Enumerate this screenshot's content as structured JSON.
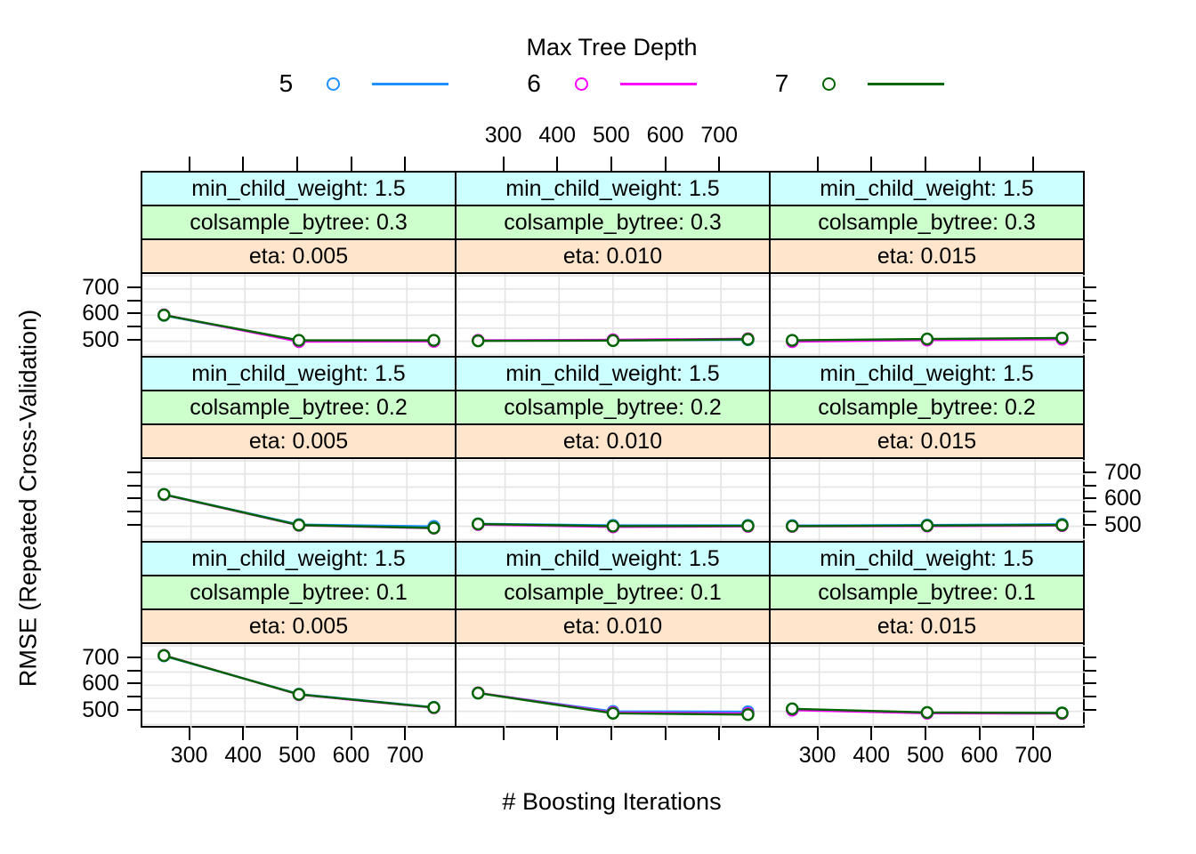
{
  "legend": {
    "title": "Max Tree Depth",
    "entries": [
      {
        "label": "5",
        "color": "#1E90FF"
      },
      {
        "label": "6",
        "color": "#FF00FF"
      },
      {
        "label": "7",
        "color": "#006400"
      }
    ]
  },
  "chart_data": {
    "type": "line",
    "title": "Max Tree Depth",
    "xlabel": "# Boosting Iterations",
    "ylabel": "RMSE (Repeated Cross-Validation)",
    "x": [
      250,
      500,
      750
    ],
    "xlim": [
      210,
      792
    ],
    "ylim": [
      438,
      757
    ],
    "x_ticks": [
      300,
      400,
      500,
      600,
      700
    ],
    "y_ticks": [
      500,
      550,
      600,
      650,
      700
    ],
    "y_tick_labels": [
      500,
      600,
      700
    ],
    "grid_x": [
      300,
      400,
      500,
      600,
      700
    ],
    "grid_y": [
      450,
      500,
      550,
      600,
      650,
      700,
      750
    ],
    "grid_color": "#E4E4E4",
    "groups": [
      "5",
      "6",
      "7"
    ],
    "colors": {
      "5": "#1E90FF",
      "6": "#FF00FF",
      "7": "#006400"
    },
    "strip_colors": [
      "#CCFFFF",
      "#CCFFCC",
      "#FFE5CC"
    ],
    "legend_position": "top",
    "panels": [
      {
        "row": 0,
        "col": 0,
        "strips": [
          "min_child_weight: 1.5",
          "colsample_bytree: 0.3",
          "eta: 0.005"
        ],
        "series": [
          {
            "name": "5",
            "values": [
              599,
              501,
              501
            ]
          },
          {
            "name": "6",
            "values": [
              601,
              499,
              500
            ]
          },
          {
            "name": "7",
            "values": [
              600,
              504,
              504
            ]
          }
        ]
      },
      {
        "row": 0,
        "col": 1,
        "strips": [
          "min_child_weight: 1.5",
          "colsample_bytree: 0.3",
          "eta: 0.010"
        ],
        "series": [
          {
            "name": "5",
            "values": [
              503,
              504,
              506
            ]
          },
          {
            "name": "6",
            "values": [
              504,
              506,
              510
            ]
          },
          {
            "name": "7",
            "values": [
              502,
              503,
              508
            ]
          }
        ]
      },
      {
        "row": 0,
        "col": 2,
        "strips": [
          "min_child_weight: 1.5",
          "colsample_bytree: 0.3",
          "eta: 0.015"
        ],
        "series": [
          {
            "name": "5",
            "values": [
              503,
              506,
              510
            ]
          },
          {
            "name": "6",
            "values": [
              499,
              505,
              508
            ]
          },
          {
            "name": "7",
            "values": [
              504,
              509,
              513
            ]
          }
        ]
      },
      {
        "row": 1,
        "col": 0,
        "strips": [
          "min_child_weight: 1.5",
          "colsample_bytree: 0.2",
          "eta: 0.005"
        ],
        "series": [
          {
            "name": "5",
            "values": [
              622,
              507,
              500
            ]
          },
          {
            "name": "6",
            "values": [
              621,
              504,
              493
            ]
          },
          {
            "name": "7",
            "values": [
              622,
              505,
              494
            ]
          }
        ]
      },
      {
        "row": 1,
        "col": 1,
        "strips": [
          "min_child_weight: 1.5",
          "colsample_bytree: 0.2",
          "eta: 0.010"
        ],
        "series": [
          {
            "name": "5",
            "values": [
              510,
              504,
              504
            ]
          },
          {
            "name": "6",
            "values": [
              507,
              498,
              500
            ]
          },
          {
            "name": "7",
            "values": [
              509,
              501,
              502
            ]
          }
        ]
      },
      {
        "row": 1,
        "col": 2,
        "strips": [
          "min_child_weight: 1.5",
          "colsample_bytree: 0.2",
          "eta: 0.015"
        ],
        "series": [
          {
            "name": "5",
            "values": [
              503,
              505,
              508
            ]
          },
          {
            "name": "6",
            "values": [
              500,
              501,
              503
            ]
          },
          {
            "name": "7",
            "values": [
              501,
              503,
              505
            ]
          }
        ]
      },
      {
        "row": 2,
        "col": 0,
        "strips": [
          "min_child_weight: 1.5",
          "colsample_bytree: 0.1",
          "eta: 0.005"
        ],
        "series": [
          {
            "name": "5",
            "values": [
              712,
              566,
              516
            ]
          },
          {
            "name": "6",
            "values": [
              714,
              564,
              514
            ]
          },
          {
            "name": "7",
            "values": [
              713,
              565,
              515
            ]
          }
        ]
      },
      {
        "row": 2,
        "col": 1,
        "strips": [
          "min_child_weight: 1.5",
          "colsample_bytree: 0.1",
          "eta: 0.010"
        ],
        "series": [
          {
            "name": "5",
            "values": [
              570,
              500,
              499
            ]
          },
          {
            "name": "6",
            "values": [
              571,
              496,
              492
            ]
          },
          {
            "name": "7",
            "values": [
              570,
              493,
              488
            ]
          }
        ]
      },
      {
        "row": 2,
        "col": 2,
        "strips": [
          "min_child_weight: 1.5",
          "colsample_bytree: 0.1",
          "eta: 0.015"
        ],
        "series": [
          {
            "name": "5",
            "values": [
              509,
              495,
              494
            ]
          },
          {
            "name": "6",
            "values": [
              505,
              493,
              492
            ]
          },
          {
            "name": "7",
            "values": [
              510,
              496,
              494
            ]
          }
        ]
      }
    ]
  }
}
